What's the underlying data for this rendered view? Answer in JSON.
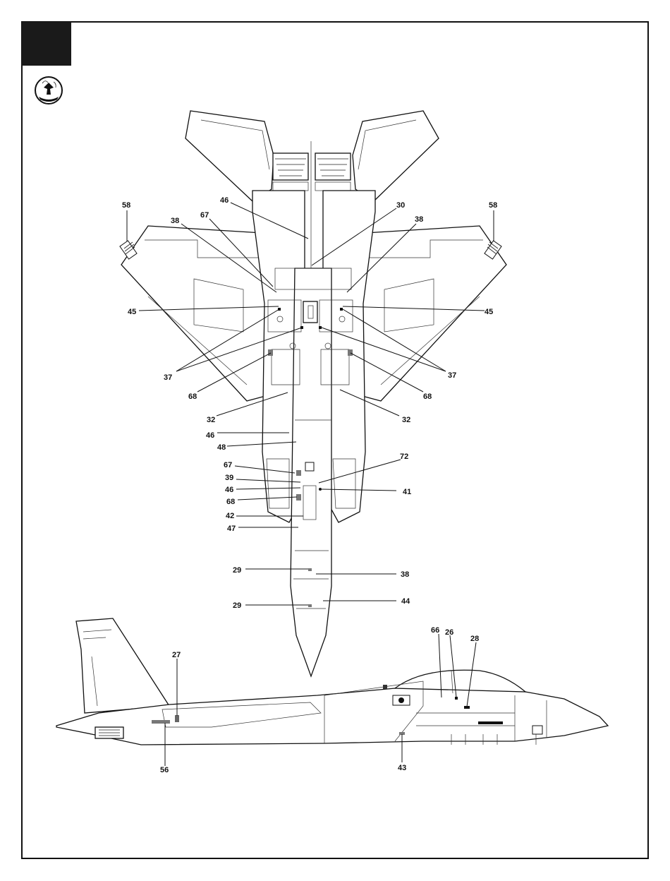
{
  "page": {
    "step_icon": "paint-brush-decal-icon",
    "colors": {
      "ink": "#111111",
      "paper": "#ffffff"
    }
  },
  "bottom_view": {
    "callouts_left": [
      "58",
      "38",
      "67",
      "46",
      "45",
      "37",
      "68",
      "32",
      "46",
      "48",
      "67",
      "39",
      "46",
      "68",
      "42",
      "47",
      "29",
      "29"
    ],
    "callouts_right": [
      "30",
      "38",
      "58",
      "45",
      "37",
      "68",
      "32",
      "72",
      "41",
      "38",
      "44"
    ]
  },
  "side_view": {
    "callouts": [
      "66",
      "26",
      "28",
      "27",
      "56",
      "43"
    ]
  }
}
